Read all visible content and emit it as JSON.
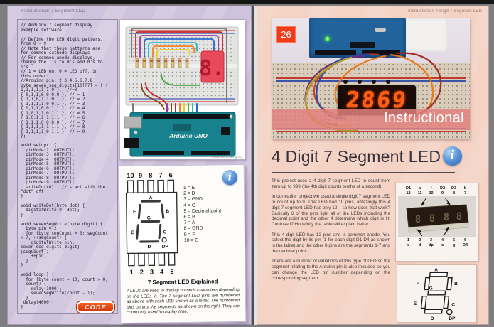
{
  "left_page": {
    "header": "Instructional: 7 Segment LED",
    "code": "// Arduino 7 segment display\nexample software\n\n// Define the LED digit patters,\nfrom 0 - 9\n// Note that these patterns are\nfor common cathode displays\n// For common anode displays,\nchange the 1's to 0's and 0's to\n1's\n// 1 = LED on, 0 = LED off, in\nthis order:\n//Arduino pin: 2,3,4,5,6,7,8\nbyte seven_seg_digits[10][7] = { {\n1,1,1,1,1,1,0 },  //=0\n{ 0,1,1,0,0,0,0 }, // = 1\n{ 1,1,0,1,1,0,1 }, // = 2\n{ 1,1,1,1,0,0,1 }, // = 3\n{ 0,1,1,0,0,1,1 }, // = 4\n{ 1,0,1,1,0,1,1 }, // = 5\n{ 1,0,1,1,1,1,1 }, // = 6\n{ 1,1,1,0,0,0,0 }, // = 7\n{ 1,1,1,1,1,1,1 }, // = 8\n{ 1,1,1,1,0,1,1 }  // = 9\n};\n\nvoid setup() {\n  pinMode(2, OUTPUT);\n  pinMode(3, OUTPUT);\n  pinMode(4, OUTPUT);\n  pinMode(5, OUTPUT);\n  pinMode(6, OUTPUT);\n  pinMode(7, OUTPUT);\n  pinMode(8, OUTPUT);\n  pinMode(9, OUTPUT);\n  writeDot(0);  // start with the\n\"dot\" off\n}\n\nvoid writeDot(byte dot) {\n  digitalWrite(9, dot);\n}\n\nvoid sevenSegWrite(byte digit) {\n  byte pin = 2;\n  for (byte segCount = 0; segCount\n< 7; ++segCount) {\n    digitalWrite(pin,\nseven_seg_digits[digit]\n[segCount]);\n    ++pin;\n  }\n}\n\nvoid loop() {\n  for (byte count = 10; count > 0;\n--count) {\n    delay(1000);\n    sevenSegWrite(count - 1);\n  }\n delay(4000);\n}",
    "code_badge_label": "CODE",
    "fritzing": {
      "arduino_label": "Arduino UNO",
      "display_digit": "8.",
      "caption": "Made with fritzing.org"
    },
    "explained": {
      "info_glyph": "i",
      "top_pin_numbers": [
        "10",
        "9",
        "8",
        "7",
        "6"
      ],
      "bottom_pin_numbers": [
        "1",
        "2",
        "3",
        "4",
        "5"
      ],
      "segment_letters": [
        "A",
        "F",
        "B",
        "G",
        "E",
        "C",
        "D",
        "DP"
      ],
      "legend": [
        "1 = E",
        "2 = D",
        "3 = GND",
        "4 = C",
        "5 = Decimal point",
        "6 = B",
        "7 = A",
        "8 = GND",
        "9 = F",
        "10 = G"
      ],
      "title": "7 Segment LED Explained",
      "caption": "7 LEDs are used to display numeric characters depending on the LEDs lit.  The 7 segment LED pins are numbered as above with each LED shown as a letter.  The numbered pins control the segments as shown on the right.  They are commonly used to display time."
    }
  },
  "right_page": {
    "header": "Instructional: 4 Digit 7 Segment LED",
    "photo": {
      "badge": "26",
      "display_value": "2869",
      "band_label": "Instructional"
    },
    "title": "4 Digit 7 Segment LED",
    "info_glyph": "i",
    "paragraphs": [
      "This project uses a 4 digit 7 segment LED to count from zero up to 999 (the 4th digit counts tenths of a second).",
      "In our earlier project we used a single digit 7 segment LED to count up to 9.  That LED had 10 pins, amazingly this 4 digit 7 segment LED has only 12 – so how does that work?  Basically 8 of the pins light all of the LEDs including the decimal point and the other 4 determine which digit is lit.  Confused?  Hopefully the table will explain better.",
      "This 4 digit LED has 12 pins and is common anode.  You select the digit by its pin (1 for each digit D1-D4 as shown in the table) and the other 8 pins are the segments 1-7 and the decimal point.",
      "There are a number of variations of this type of LED so the segment relating to the Arduino pin is also included so you can change the LED pin number depending on the corresponding segment."
    ],
    "pin_box": {
      "top_labels": [
        [
          "D1",
          "12"
        ],
        [
          "a",
          "11"
        ],
        [
          "f",
          "10"
        ],
        [
          "D2",
          "9"
        ],
        [
          "D3",
          "8"
        ],
        [
          "b",
          "7"
        ]
      ],
      "bottom_labels": [
        [
          "1",
          "e"
        ],
        [
          "2",
          "d"
        ],
        [
          "3",
          "dp"
        ],
        [
          "4",
          "c"
        ],
        [
          "5",
          "g"
        ],
        [
          "6",
          "D4"
        ]
      ]
    },
    "segment_box": {
      "labels": [
        "A",
        "F",
        "B",
        "G",
        "E",
        "C",
        "D",
        "DP"
      ]
    }
  }
}
